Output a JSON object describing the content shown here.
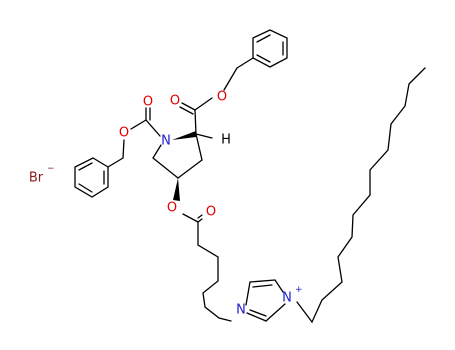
{
  "molecule": {
    "atoms": {
      "bromide": "Br",
      "bromide_charge": "−",
      "carbonyl_o_upper": "O",
      "ester_o_upper": "O",
      "carbonyl_o_cbz": "O",
      "ester_o_cbz": "O",
      "ring_n": "N",
      "stereo_h": "H",
      "ester_o_lower": "O",
      "carbonyl_o_lower": "O",
      "imidazolium_n1": "N",
      "imidazolium_n3": "N",
      "imidazolium_charge": "+"
    }
  }
}
